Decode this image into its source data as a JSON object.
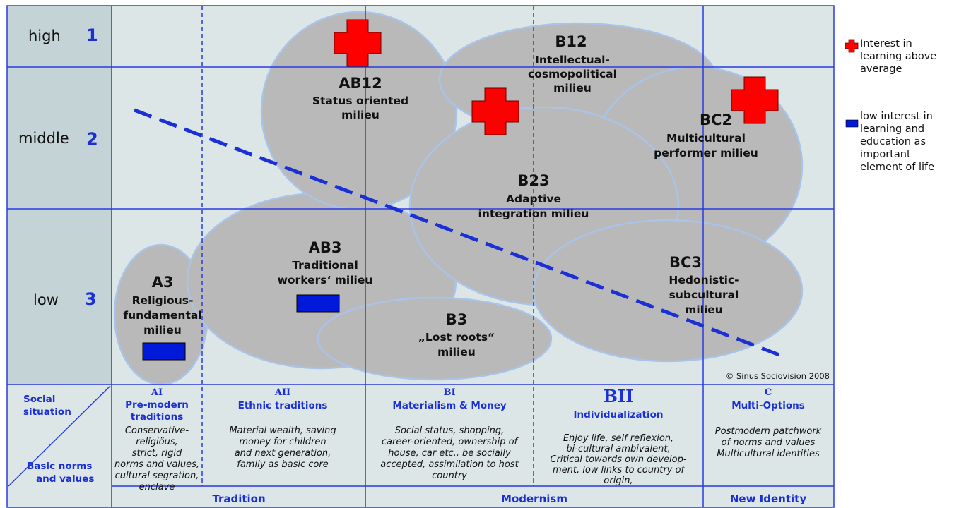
{
  "rows": [
    {
      "label": "high",
      "number": "1"
    },
    {
      "label": "middle",
      "number": "2"
    },
    {
      "label": "low",
      "number": "3"
    }
  ],
  "milieus": {
    "ab12": {
      "code": "AB12",
      "name": [
        "Status oriented",
        "milieu"
      ]
    },
    "b12": {
      "code": "B12",
      "name": [
        "Intellectual-",
        "cosmopolitical",
        "milieu"
      ]
    },
    "bc2": {
      "code": "BC2",
      "name": [
        "Multicultural",
        "performer milieu"
      ]
    },
    "b23": {
      "code": "B23",
      "name": [
        "Adaptive",
        "integration milieu"
      ]
    },
    "ab3": {
      "code": "AB3",
      "name": [
        "Traditional",
        "workers‘ milieu"
      ]
    },
    "a3": {
      "code": "A3",
      "name": [
        "Religious-",
        "fundamental",
        "milieu"
      ]
    },
    "b3": {
      "code": "B3",
      "name": [
        "„Lost roots“",
        "milieu"
      ]
    },
    "bc3": {
      "code": "BC3",
      "name": [
        "Hedonistic-",
        "subcultural",
        "milieu"
      ]
    }
  },
  "copyright": "© Sinus Sociovision 2008",
  "axes": {
    "social_situation": [
      "Social",
      "situation"
    ],
    "basic_norms": [
      "Basic norms",
      "and values"
    ]
  },
  "columns": {
    "ai": {
      "code": "AI",
      "title": [
        "Pre-modern",
        "traditions"
      ],
      "desc": [
        "Conservative-",
        "religiöus,",
        "strict, rigid",
        "norms and values,",
        "cultural segration,",
        "enclave"
      ]
    },
    "aii": {
      "code": "AII",
      "title": [
        "Ethnic traditions"
      ],
      "desc": [
        "Material wealth, saving",
        "money for children",
        "and next generation,",
        "family as basic core"
      ]
    },
    "bi": {
      "code": "BI",
      "title": [
        "Materialism & Money"
      ],
      "desc": [
        "Social status, shopping,",
        "career-oriented, ownership of",
        "house, car etc., be socially",
        "accepted, assimilation to host",
        "country"
      ]
    },
    "bii": {
      "code": "BII",
      "title": [
        "Individualization"
      ],
      "desc": [
        "Enjoy life, self reflexion,",
        "bi-cultural ambivalent,",
        "Critical towards own develop-",
        "ment, low links to country of",
        "origin,"
      ]
    },
    "c": {
      "code": "C",
      "title": [
        "Multi-Options"
      ],
      "desc": [
        "Postmodern patchwork",
        "of norms and values",
        "Multicultural identities"
      ]
    }
  },
  "footer": {
    "tradition": "Tradition",
    "modernism": "Modernism",
    "new_identity": "New Identity"
  },
  "legend": {
    "above_average": [
      "Interest in",
      "learning above",
      "average"
    ],
    "low_interest": [
      "low interest in",
      "learning and",
      "education as",
      "important",
      "element of life"
    ]
  },
  "colors": {
    "grid_line": "#2a3be0",
    "cell_bg": "#dce6e6",
    "row_label_bg": "#c4d3d6",
    "blob_fill": "#b9b9b9",
    "blob_edge": "#a9c4e8",
    "cross": "#ff0000",
    "bar": "#0018d8",
    "dash": "#1a2fd6"
  }
}
